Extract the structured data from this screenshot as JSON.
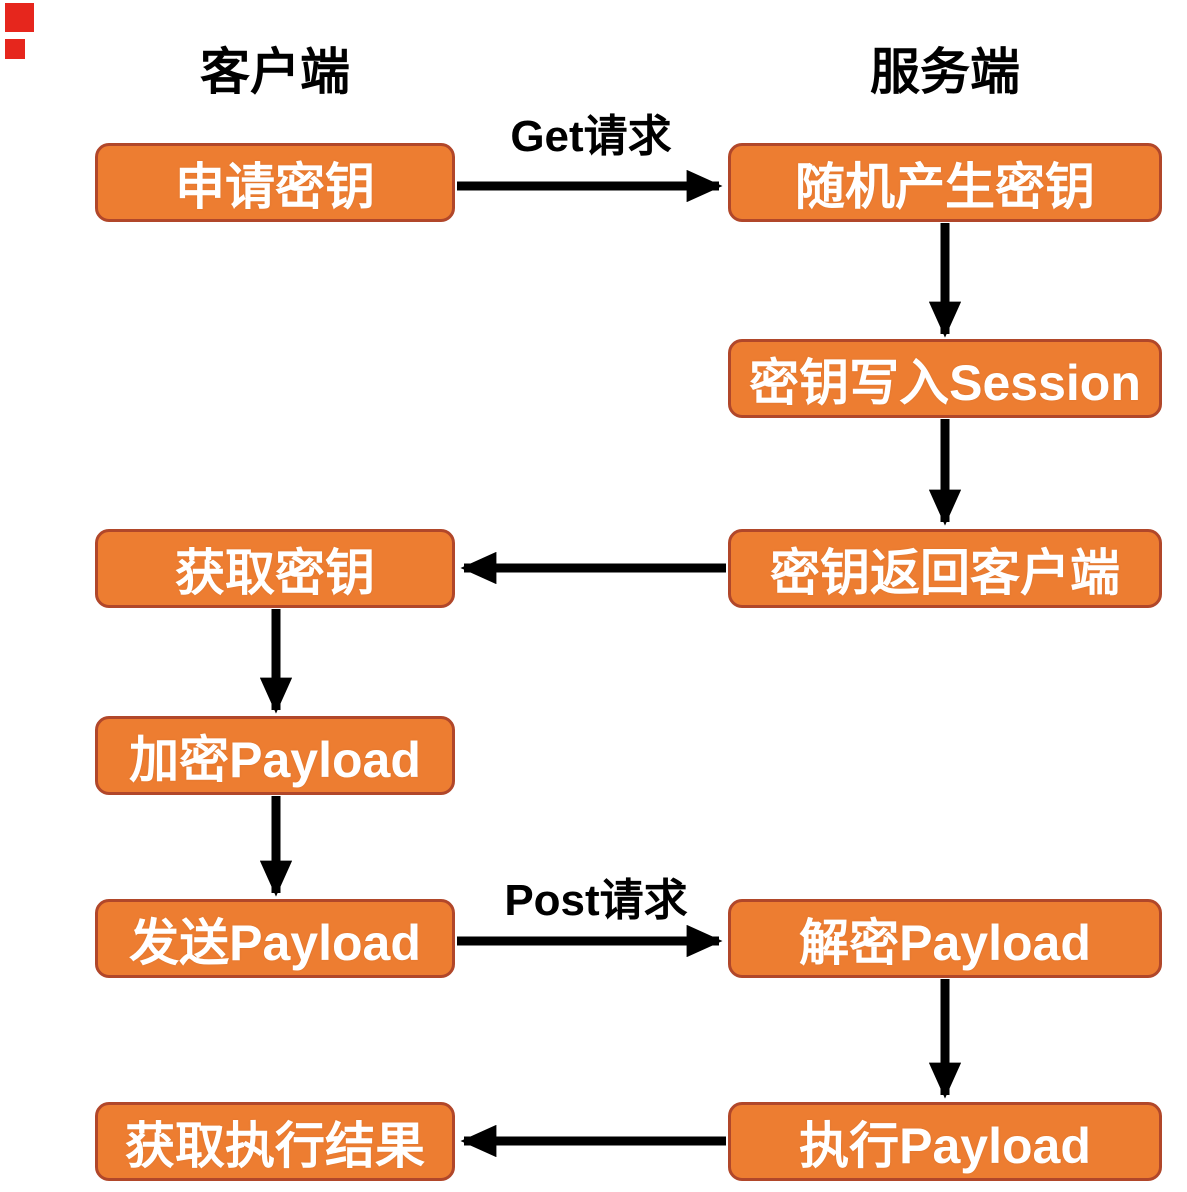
{
  "diagram": {
    "client_title": "客户端",
    "server_title": "服务端",
    "nodes": {
      "apply_key": "申请密钥",
      "random_generate_key": "随机产生密钥",
      "key_write_session": "密钥写入Session",
      "fetch_key": "获取密钥",
      "key_return_client": "密钥返回客户端",
      "encrypt_payload": "加密Payload",
      "send_payload": "发送Payload",
      "decrypt_payload": "解密Payload",
      "fetch_exec_result": "获取执行结果",
      "exec_payload": "执行Payload"
    },
    "edge_labels": {
      "get_request": "Get请求",
      "post_request": "Post请求"
    }
  },
  "colors": {
    "background": "#FFFFFF",
    "node_fill": "#ED7D31",
    "node_border": "#B1472A",
    "node_text": "#FFFFFF",
    "arrow": "#000000",
    "title_text": "#000000",
    "corner_mark": "#E6261D"
  }
}
